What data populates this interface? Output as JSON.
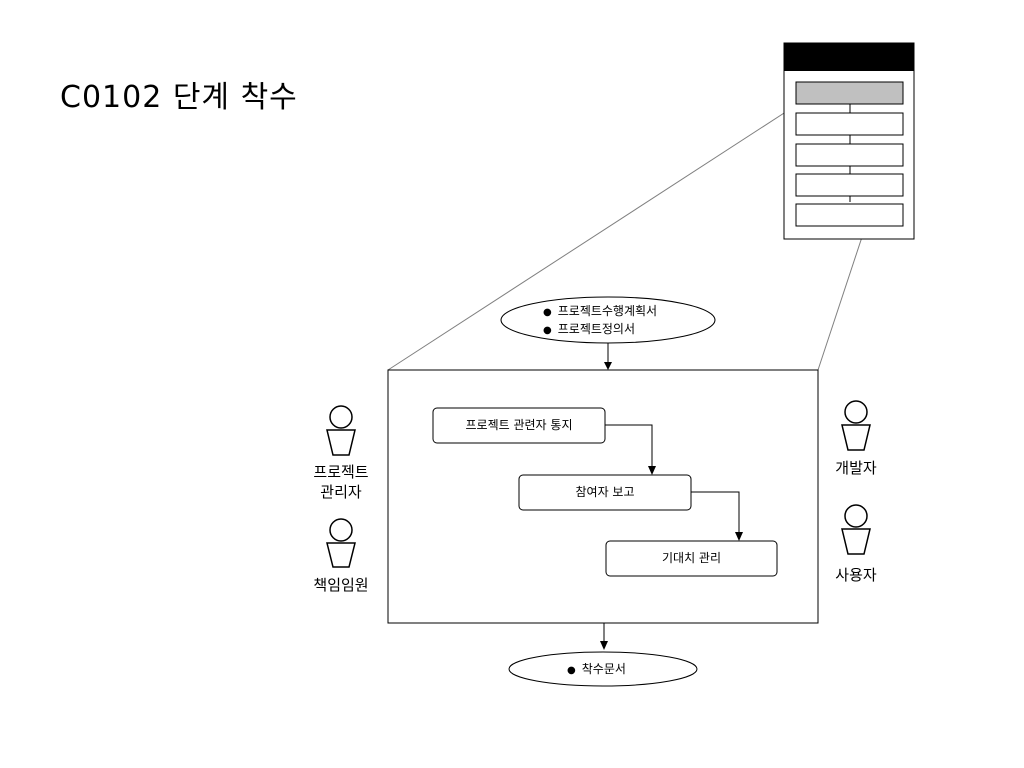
{
  "title": "C0102 단계 착수",
  "inputs": [
    "프로젝트수행계획서",
    "프로젝트정의서"
  ],
  "output": "착수문서",
  "steps": [
    "프로젝트 관련자 통지",
    "참여자 보고",
    "기대치 관리"
  ],
  "actors": {
    "project_manager": [
      "프로젝트",
      "관리자"
    ],
    "executive": "책임임원",
    "developer": "개발자",
    "user": "사용자"
  },
  "colors": {
    "line": "#000000",
    "zoom_line": "#808080",
    "highlight": "#c0c0c0",
    "header": "#000000"
  }
}
